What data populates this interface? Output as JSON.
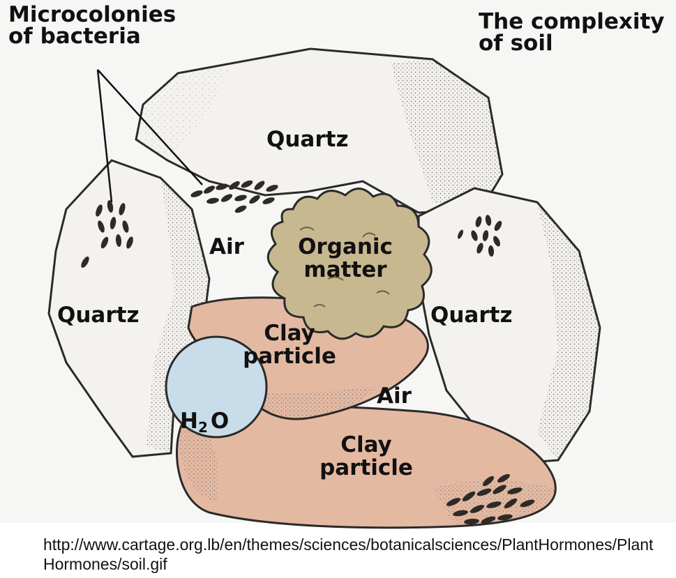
{
  "diagram": {
    "title": "The complexity\nof soil",
    "microcolonies_label": "Microcolonies\nof bacteria",
    "quartz_top": "Quartz",
    "quartz_left": "Quartz",
    "quartz_right": "Quartz",
    "air_upper": "Air",
    "air_lower": "Air",
    "organic_matter": "Organic\nmatter",
    "clay_upper": "Clay\nparticle",
    "clay_lower": "Clay\nparticle",
    "water": {
      "main": "H",
      "sub": "2",
      "end": "O"
    }
  },
  "source_url": "http://www.cartage.org.lb/en/themes/sciences/botanicalsciences/PlantHormones/PlantHormones/soil.gif",
  "colors": {
    "background": "#ffffff",
    "quartz": "#f3f1ec",
    "clay": "#e4b9a2",
    "organic": "#c8b890",
    "water": "#c9dcea",
    "outline": "#2a2a2a"
  }
}
